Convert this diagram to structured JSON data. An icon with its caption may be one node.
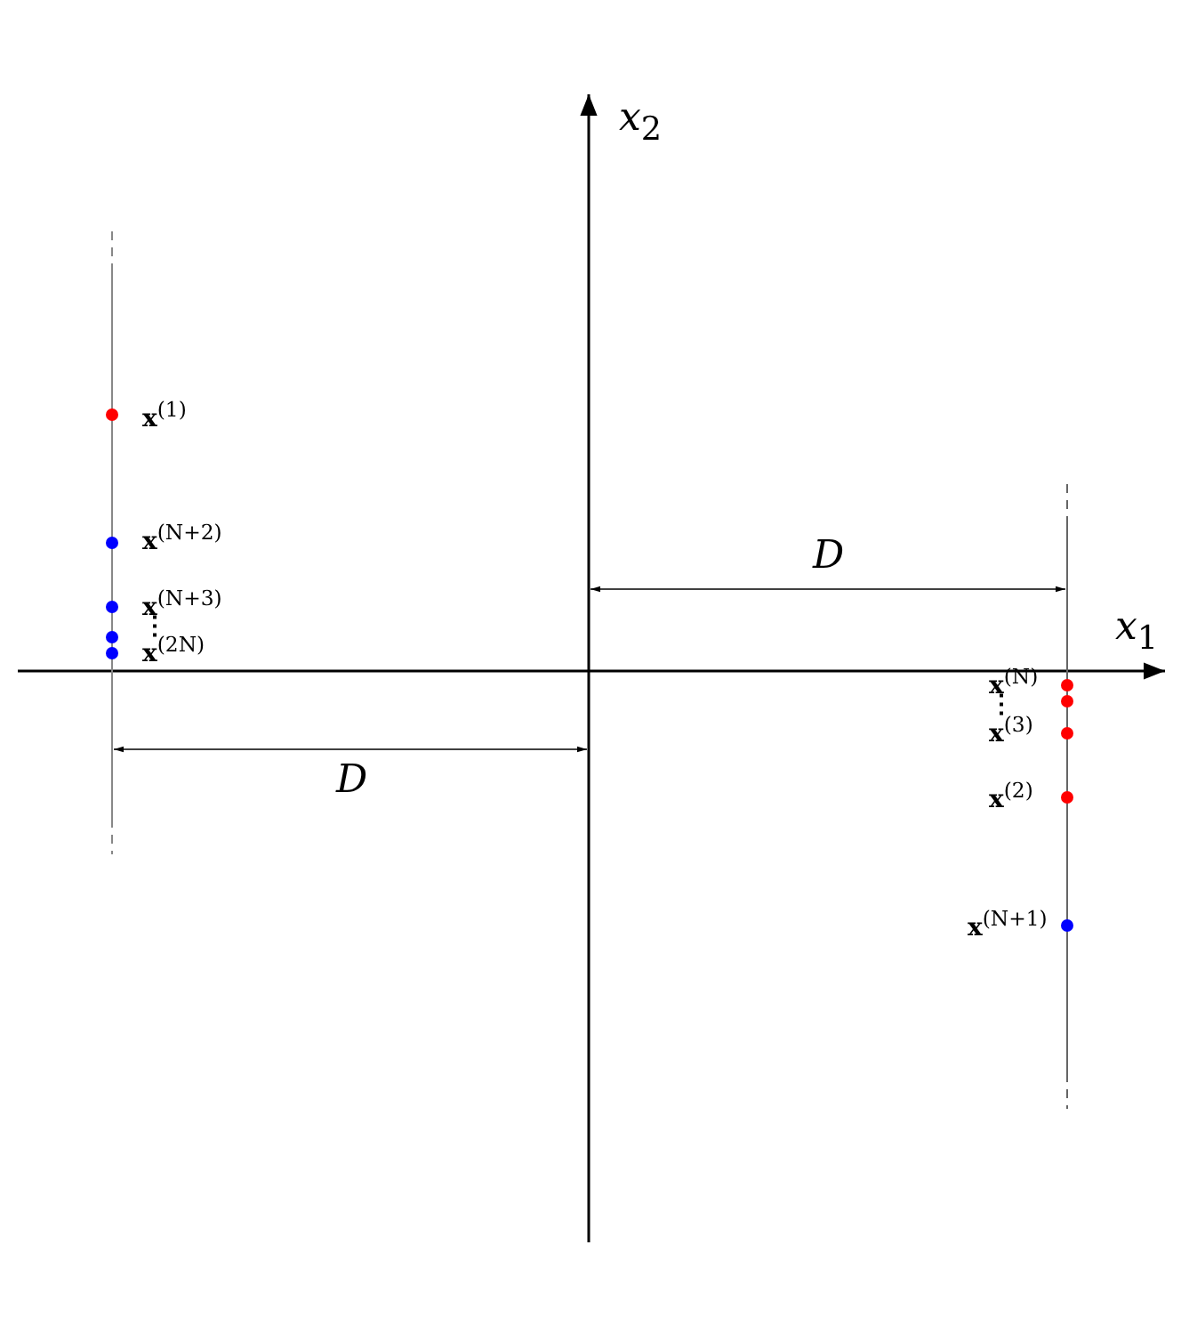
{
  "diagram": {
    "labels": [
      "*x*$_{2}$",
      "**x**$^{(1)}$",
      "**x**$^{(N+2)}$",
      "D",
      "**x**$^{(N+3)}$",
      "⋮",
      "**x**$^{(2N)}$",
      "*x*$_{1}$",
      "**x**$^{(N)}$",
      "⋮",
      "**x**$^{(3)}$",
      "D",
      "**x**$^{(2)}$",
      "**x**$^{(N+1)}$"
    ]
  }
}
